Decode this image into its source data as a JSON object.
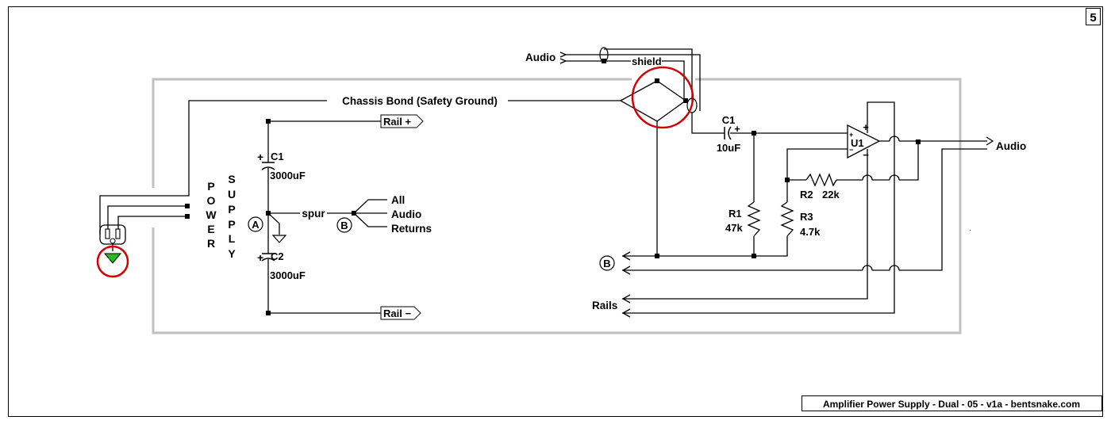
{
  "page_number": "5",
  "footer": "Amplifier Power Supply - Dual - 05 - v1a - bentsnake.com",
  "labels": {
    "audio_in": "Audio",
    "shield": "shield",
    "chassis_bond": "Chassis Bond (Safety Ground)",
    "rail_plus": "Rail +",
    "rail_minus": "Rail −",
    "c1_ps": "C1",
    "c1_ps_value": "3000uF",
    "c2_ps": "C2",
    "c2_ps_value": "3000uF",
    "node_a": "A",
    "node_b": "B",
    "node_b_return": "B",
    "spur": "spur",
    "spur_all": "All",
    "spur_audio": "Audio",
    "spur_returns": "Returns",
    "power_letters": [
      "P",
      "O",
      "W",
      "E",
      "R"
    ],
    "supply_letters": [
      "S",
      "U",
      "P",
      "P",
      "L",
      "Y"
    ],
    "c1": "C1",
    "c1_value": "10uF",
    "c1_plus": "+",
    "u1": "U1",
    "u1_plus": "+",
    "u1_minus": "−",
    "r1": "R1",
    "r1_value": "47k",
    "r2": "R2",
    "r2_value": "22k",
    "r3": "R3",
    "r3_value": "4.7k",
    "audio_out": "Audio",
    "rails": "Rails"
  },
  "colors": {
    "chassis_outline": "#c0c0c0",
    "highlight_circle": "#d40000",
    "earth_symbol": "#22bb22"
  }
}
